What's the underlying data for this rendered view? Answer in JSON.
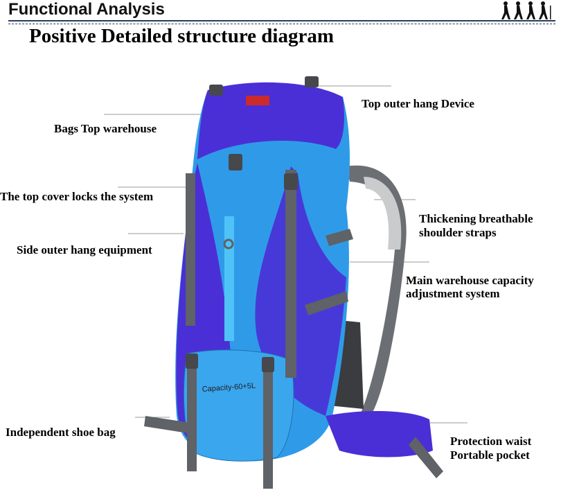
{
  "header": {
    "title": "Functional Analysis"
  },
  "diagram": {
    "title": "Positive Detailed structure diagram",
    "bag_print": "Capacity-60+5L",
    "labels": {
      "top_outer_hang_device": "Top outer hang Device",
      "bags_top_warehouse": "Bags Top warehouse",
      "top_cover_locks": "The top cover locks the system",
      "shoulder_straps_line1": "Thickening breathable",
      "shoulder_straps_line2": "shoulder straps",
      "side_outer_hang": "Side outer hang equipment",
      "main_warehouse_line1": "Main warehouse capacity",
      "main_warehouse_line2": "adjustment system",
      "shoe_bag": "Independent shoe bag",
      "waist_line1": "Protection waist",
      "waist_line2": "Portable pocket"
    }
  },
  "colors": {
    "light_blue": "#2f9be8",
    "deep_purple": "#4a2fd6",
    "strap_gray": "#5f6266",
    "leader_line": "#9a9a9a"
  }
}
